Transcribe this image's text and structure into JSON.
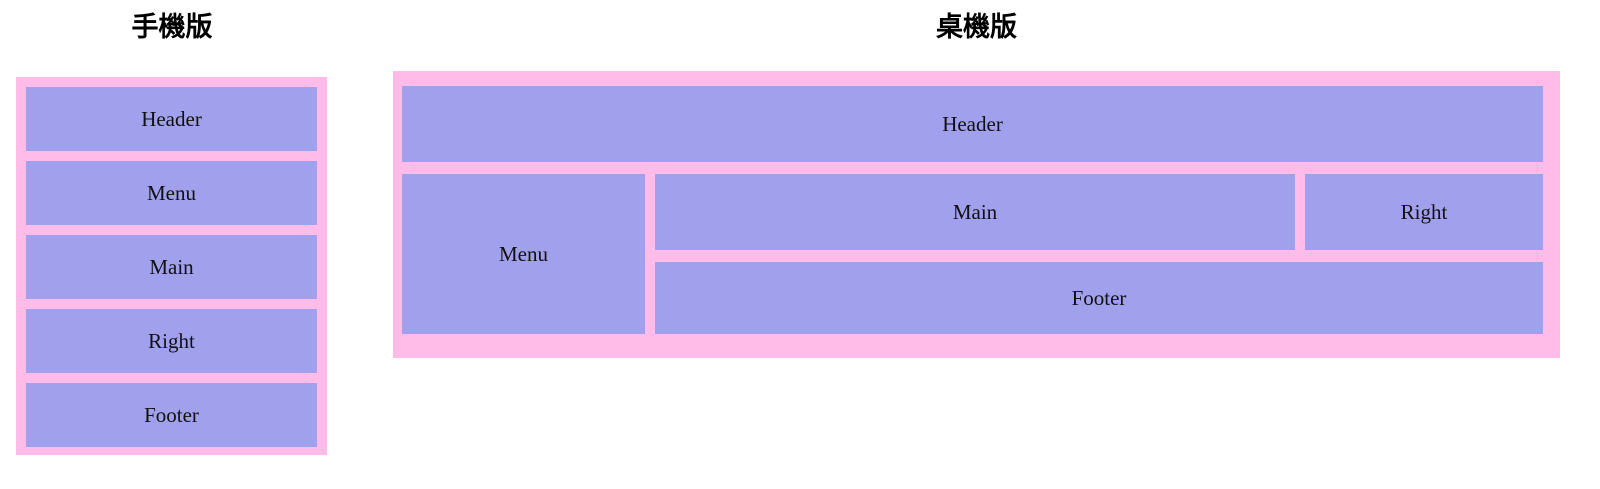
{
  "page": {
    "background_color": "#ffffff",
    "frame_color": "#ffbce8",
    "cell_color": "#a0a0ec",
    "text_color": "#111111"
  },
  "mobile": {
    "heading": "手機版",
    "cells": [
      {
        "key": "header",
        "label": "Header"
      },
      {
        "key": "menu",
        "label": "Menu"
      },
      {
        "key": "main",
        "label": "Main"
      },
      {
        "key": "right",
        "label": "Right"
      },
      {
        "key": "footer",
        "label": "Footer"
      }
    ]
  },
  "desktop": {
    "heading": "桌機版",
    "cells": [
      {
        "key": "header",
        "label": "Header"
      },
      {
        "key": "menu",
        "label": "Menu"
      },
      {
        "key": "main",
        "label": "Main"
      },
      {
        "key": "right",
        "label": "Right"
      },
      {
        "key": "footer",
        "label": "Footer"
      }
    ]
  }
}
